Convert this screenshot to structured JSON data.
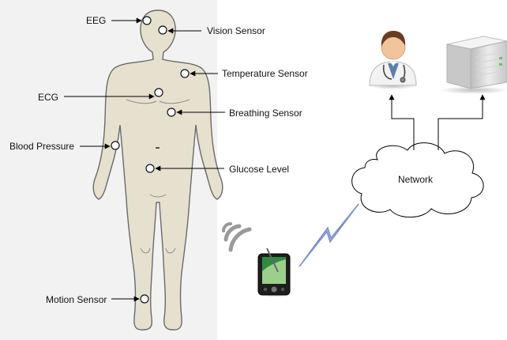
{
  "sensors": {
    "eeg": "EEG",
    "vision": "Vision Sensor",
    "temperature": "Temperature Sensor",
    "ecg": "ECG",
    "breathing": "Breathing Sensor",
    "blood_pressure": "Blood Pressure",
    "glucose": "Glucose Level",
    "motion": "Motion Sensor"
  },
  "network": {
    "label": "Network"
  },
  "icons": {
    "body": "human-body-figure",
    "doctor": "doctor-icon",
    "server": "server-icon",
    "pda": "pda-device-icon",
    "wireless": "wireless-signal-icon",
    "link": "lightning-link-icon",
    "cloud": "network-cloud"
  },
  "colors": {
    "body_fill": "#e6e1cf",
    "body_stroke": "#6a6a6a",
    "backdrop": "#f2f2f2",
    "wireless": "#9a9a9a",
    "lightning": "#7e90c4",
    "pda_screen": "#3f9a52"
  }
}
